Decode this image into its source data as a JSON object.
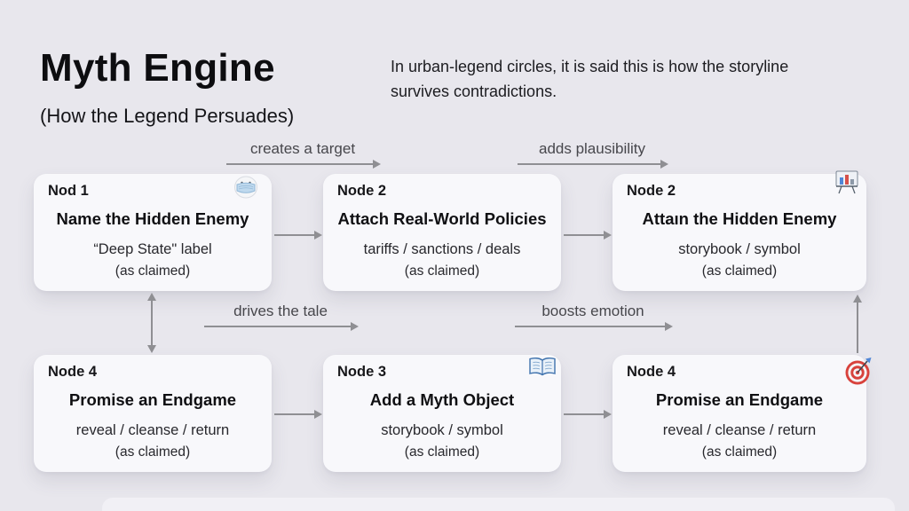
{
  "slide": {
    "title": "Myth Engine",
    "subtitle": "(How the Legend Persuades)",
    "intro": "In urban-legend circles, it is said this is how the storyline survives contradictions."
  },
  "flow_labels": {
    "creates_target": "creates a target",
    "adds_plausibility": "adds plausibility",
    "drives_tale": "drives the tale",
    "boosts_emotion": "boosts emotion"
  },
  "nodes": [
    {
      "label": "Nod 1",
      "title": "Name the Hidden Enemy",
      "detail": "“Deep State\" label",
      "claim": "(as claimed)",
      "icon": "mask-icon"
    },
    {
      "label": "Node 2",
      "title": "Attach Real-World Policies",
      "detail": "tariffs / sanctions / deals",
      "claim": "(as claimed)",
      "icon": null
    },
    {
      "label": "Node 2",
      "title": "Attaın the Hidden Enemy",
      "detail": "storybook / symbol",
      "claim": "(as claimed)",
      "icon": "bar-chart-icon"
    },
    {
      "label": "Node 4",
      "title": "Promise an Endgame",
      "detail": "reveal / cleanse / return",
      "claim": "(as claimed)",
      "icon": null
    },
    {
      "label": "Node 3",
      "title": "Add a Myth Object",
      "detail": "storybook / symbol",
      "claim": "(as claimed)",
      "icon": "open-book-icon"
    },
    {
      "label": "Node 4",
      "title": "Promise an Endgame",
      "detail": "reveal / cleanse / return",
      "claim": "(as claimed)",
      "icon": "target-icon"
    }
  ],
  "colors": {
    "background": "#e8e7ed",
    "card": "#f8f8fb",
    "arrow": "#8f8f93",
    "text": "#1b1b1e"
  }
}
